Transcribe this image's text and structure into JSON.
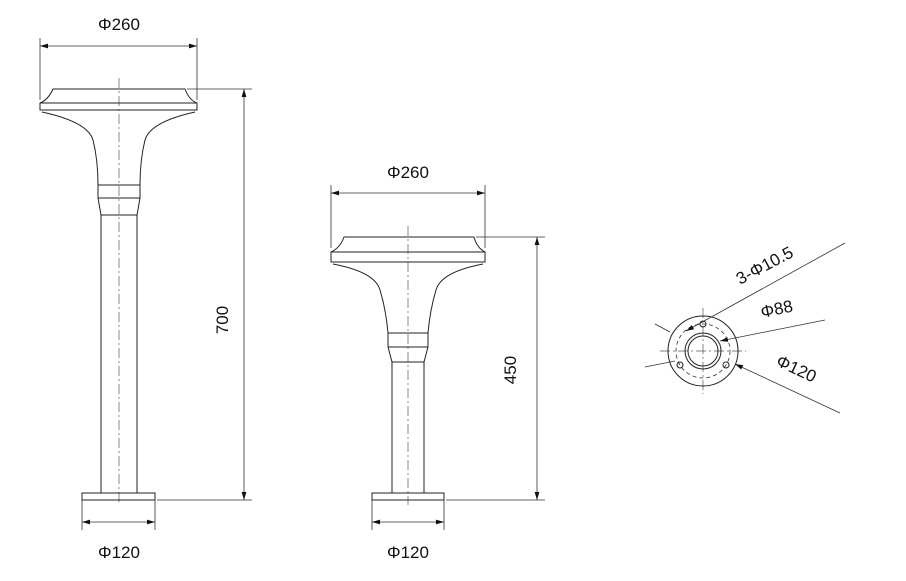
{
  "drawing": {
    "tall_lamp": {
      "top_diameter": "Φ260",
      "height": "700",
      "base_diameter": "Φ120"
    },
    "short_lamp": {
      "top_diameter": "Φ260",
      "height": "450",
      "base_diameter": "Φ120"
    },
    "base_detail": {
      "hole_label": "3-Φ10.5",
      "bolt_circle": "Φ88",
      "flange_diameter": "Φ120"
    }
  }
}
